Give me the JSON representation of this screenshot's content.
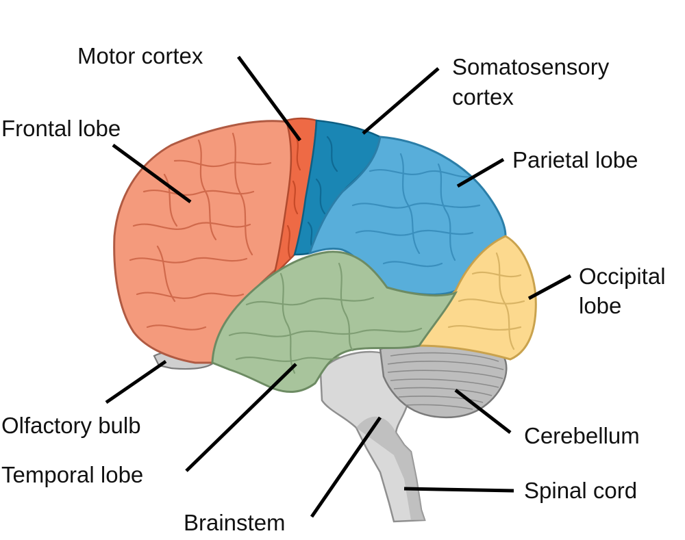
{
  "labels": {
    "motor_cortex": "Motor cortex",
    "somatosensory_cortex_line1": "Somatosensory",
    "somatosensory_cortex_line2": "cortex",
    "frontal_lobe": "Frontal lobe",
    "parietal_lobe": "Parietal lobe",
    "occipital_lobe_line1": "Occipital",
    "occipital_lobe_line2": "lobe",
    "olfactory_bulb": "Olfactory bulb",
    "cerebellum": "Cerebellum",
    "temporal_lobe": "Temporal lobe",
    "spinal_cord": "Spinal cord",
    "brainstem": "Brainstem"
  },
  "colors": {
    "frontal_lobe": "#F49A7C",
    "motor_cortex": "#EE6A45",
    "somatosensory_cortex": "#1A86B4",
    "parietal_lobe": "#58AEDA",
    "occipital_lobe": "#FCD98E",
    "temporal_lobe": "#A8C49C",
    "cerebellum": "#BDBDBD",
    "brainstem": "#D9D9D9",
    "olfactory_bulb": "#CFCFCF"
  }
}
